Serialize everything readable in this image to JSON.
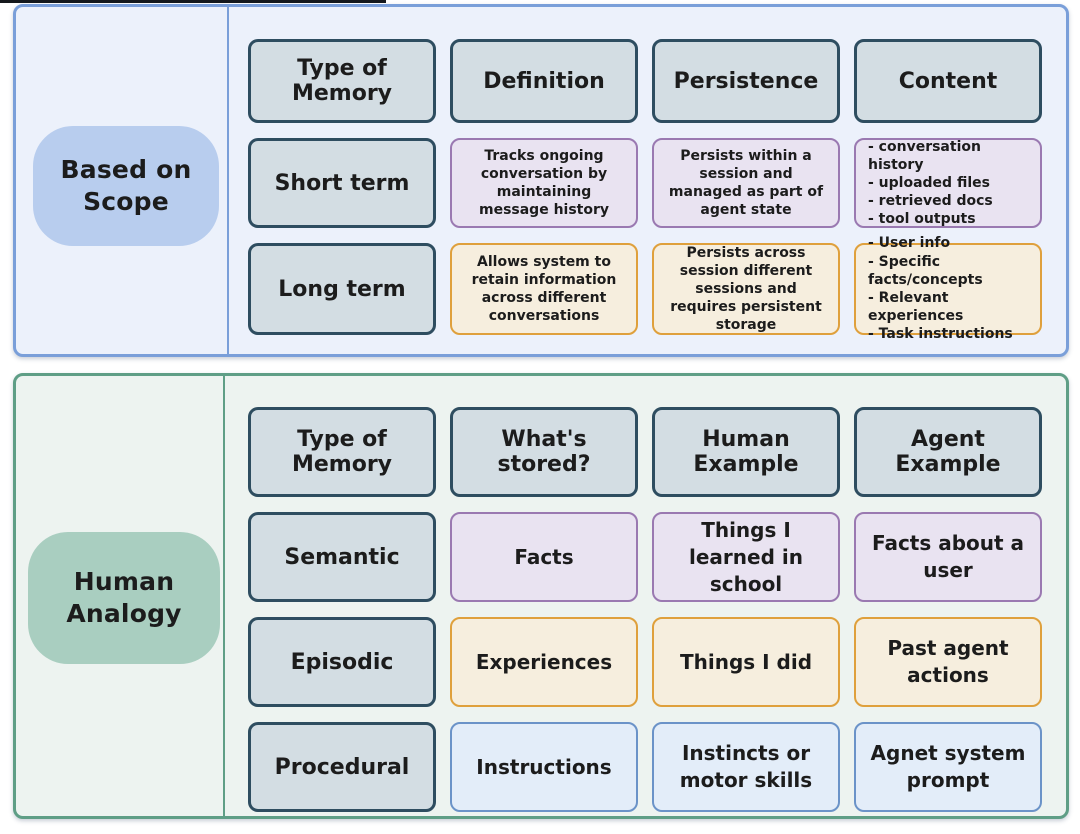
{
  "colors": {
    "scope_panel_border": "#7a9fd9",
    "scope_panel_fill": "#ecf1fb",
    "scope_label_fill": "#b8cdee",
    "analogy_panel_border": "#5f9e86",
    "analogy_panel_fill": "#edf3f0",
    "analogy_label_fill": "#a9cec0",
    "header_cell_fill": "#d3dde3",
    "header_cell_border": "#2e4d60",
    "purple_cell_fill": "#e9e3f1",
    "purple_cell_border": "#9a79b1",
    "orange_cell_fill": "#f6eede",
    "orange_cell_border": "#dfa03c",
    "blue_cell_fill": "#e3edf9",
    "blue_cell_border": "#6b93c8",
    "text": "#1c1c1c"
  },
  "scope": {
    "title": "Based on\nScope",
    "headers": [
      "Type of\nMemory",
      "Definition",
      "Persistence",
      "Content"
    ],
    "rows": [
      {
        "label": "Short term",
        "definition": "Tracks ongoing conversation by maintaining message history",
        "persistence": "Persists within a session and managed as part of agent state",
        "content": "- conversation history\n- uploaded files\n- retrieved docs\n- tool outputs"
      },
      {
        "label": "Long term",
        "definition": "Allows system to retain information across different conversations",
        "persistence": "Persists across session different sessions and requires persistent storage",
        "content": "- User info\n- Specific facts/concepts\n- Relevant experiences\n- Task instructions"
      }
    ]
  },
  "analogy": {
    "title": "Human\nAnalogy",
    "headers": [
      "Type of\nMemory",
      "What's\nstored?",
      "Human\nExample",
      "Agent\nExample"
    ],
    "rows": [
      {
        "label": "Semantic",
        "stored": "Facts",
        "human": "Things I learned in school",
        "agent": "Facts about a user"
      },
      {
        "label": "Episodic",
        "stored": "Experiences",
        "human": "Things I did",
        "agent": "Past agent actions"
      },
      {
        "label": "Procedural",
        "stored": "Instructions",
        "human": "Instincts or motor skills",
        "agent": "Agnet system prompt"
      }
    ]
  }
}
